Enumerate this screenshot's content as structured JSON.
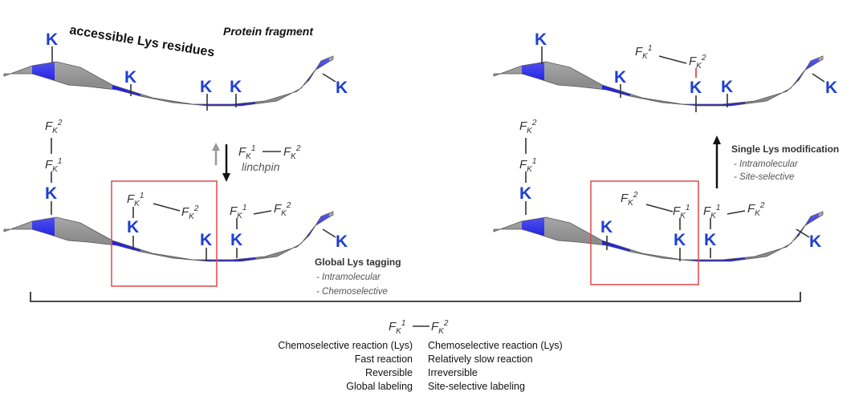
{
  "labels": {
    "protein_fragment": "Protein fragment",
    "accessible_lys": "accessible Lys residues",
    "linchpin": "linchpin",
    "residue": "K",
    "fk1": "F",
    "fk1_sub": "K",
    "fk1_sup": "1",
    "fk2": "F",
    "fk2_sub": "K",
    "fk2_sup": "2"
  },
  "global_tagging": {
    "title": "Global Lys tagging",
    "items": [
      "- Intramolecular",
      "- Chemoselective"
    ]
  },
  "single_modification": {
    "title": "Single Lys modification",
    "items": [
      "- Intramolecular",
      "- Site-selective"
    ]
  },
  "comparison": {
    "left": [
      "Chemoselective reaction (Lys)",
      "Fast reaction",
      "Reversible",
      "Global labeling"
    ],
    "right": [
      "Chemoselective reaction (Lys)",
      "Relatively slow reaction",
      "Irreversible",
      "Site-selective labeling"
    ]
  },
  "colors": {
    "ribbon_gray": "#8c8c8c",
    "ribbon_blue": "#1a1ae6",
    "residue_text": "#1f3fd0",
    "highlight_box": "#e04848",
    "arrow_gray": "#999999"
  }
}
